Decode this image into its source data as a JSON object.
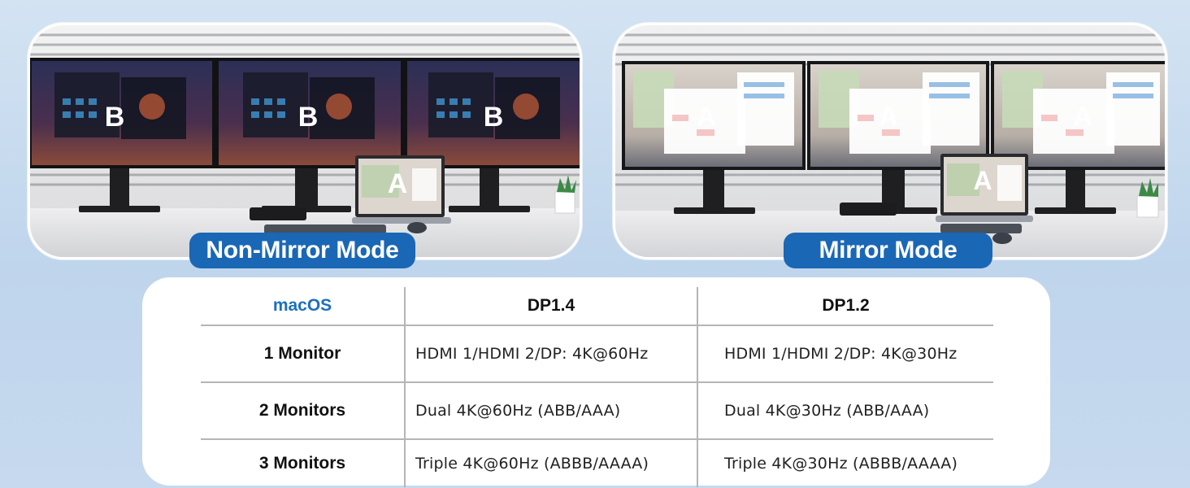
{
  "panels": {
    "left": {
      "screen_letters": [
        "B",
        "B",
        "B"
      ],
      "laptop_letter": "A"
    },
    "right": {
      "screen_letters": [
        "A",
        "A",
        "A"
      ],
      "laptop_letter": "A"
    }
  },
  "badges": {
    "left": "Non-Mirror Mode",
    "right": "Mirror Mode"
  },
  "table": {
    "headers": [
      "macOS",
      "DP1.4",
      "DP1.2"
    ],
    "rows": [
      {
        "label": "1 Monitor",
        "dp14": "HDMI 1/HDMI 2/DP: 4K@60Hz",
        "dp12": "HDMI 1/HDMI 2/DP: 4K@30Hz"
      },
      {
        "label": "2 Monitors",
        "dp14": "Dual 4K@60Hz (ABB/AAA)",
        "dp12": "Dual 4K@30Hz (ABB/AAA)"
      },
      {
        "label": "3 Monitors",
        "dp14": "Triple 4K@60Hz (ABBB/AAAA)",
        "dp12": "Triple 4K@30Hz (ABBB/AAAA)"
      }
    ]
  },
  "colors": {
    "badge_blue": "#1a67b6",
    "header_blue": "#1c6fc0",
    "non_mirror_wallpaper": "#2a2a44",
    "mirror_wallpaper": "#e8e2dc"
  }
}
